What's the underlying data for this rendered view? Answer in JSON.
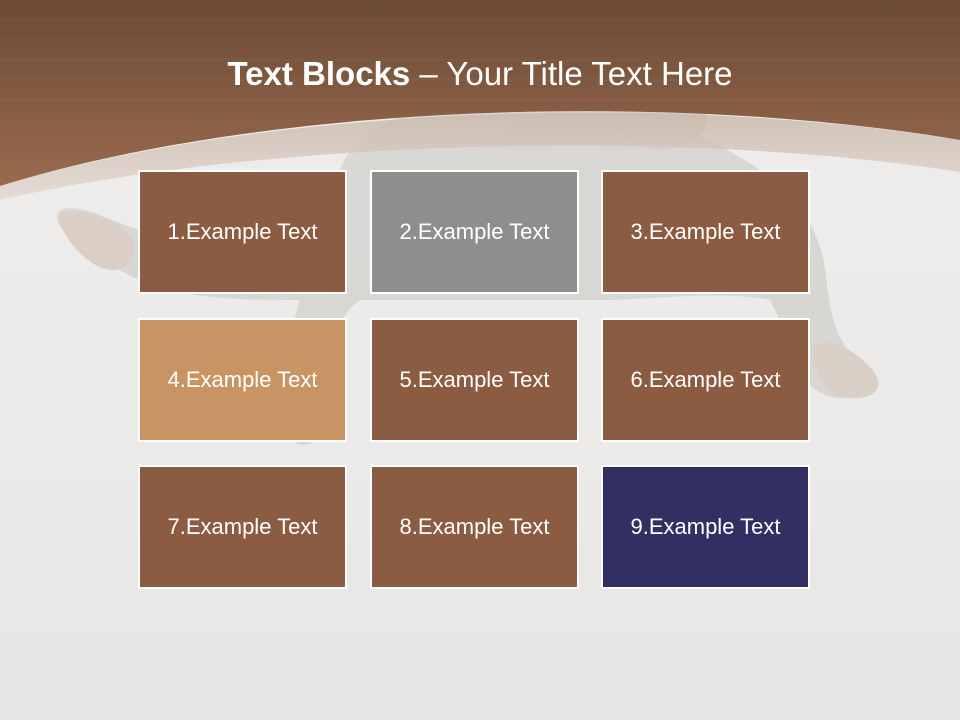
{
  "title": {
    "bold": "Text Blocks",
    "dash": " – ",
    "rest": "Your Title Text Here"
  },
  "colors": {
    "header_dark": "#6b4a35",
    "header_light": "#9a6a4e",
    "block_brown": "#8b5b42",
    "block_gray": "#8e8e8e",
    "block_tan": "#c99463",
    "block_navy": "#323063"
  },
  "blocks": [
    {
      "label": "1.Example Text",
      "color": "#8b5b42"
    },
    {
      "label": "2.Example Text",
      "color": "#8e8e8e"
    },
    {
      "label": "3.Example Text",
      "color": "#8b5b42"
    },
    {
      "label": "4.Example Text",
      "color": "#c99463"
    },
    {
      "label": "5.Example Text",
      "color": "#8b5b42"
    },
    {
      "label": "6.Example Text",
      "color": "#8b5b42"
    },
    {
      "label": "7.Example Text",
      "color": "#8b5b42"
    },
    {
      "label": "8.Example Text",
      "color": "#8b5b42"
    },
    {
      "label": "9.Example Text",
      "color": "#323063"
    }
  ]
}
